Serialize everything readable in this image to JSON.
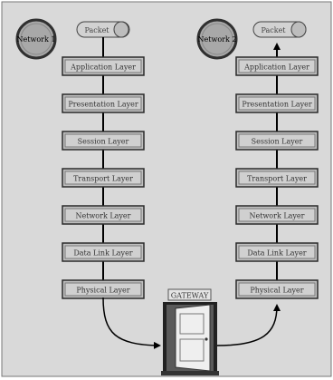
{
  "networks": [
    {
      "label": "Network 1"
    },
    {
      "label": "Network 2"
    }
  ],
  "packet_label": "Packet",
  "layers": [
    "Application Layer",
    "Presentation Layer",
    "Session Layer",
    "Transport Layer",
    "Network Layer",
    "Data Link Layer",
    "Physical Layer"
  ],
  "gateway_label": "GATEWAY",
  "colors": {
    "background": "#d9d9d9",
    "layer_fill": "#c0c0c0",
    "node_fill": "#a8a8a8",
    "packet_fill": "#d2d2d2",
    "line": "#000000"
  }
}
